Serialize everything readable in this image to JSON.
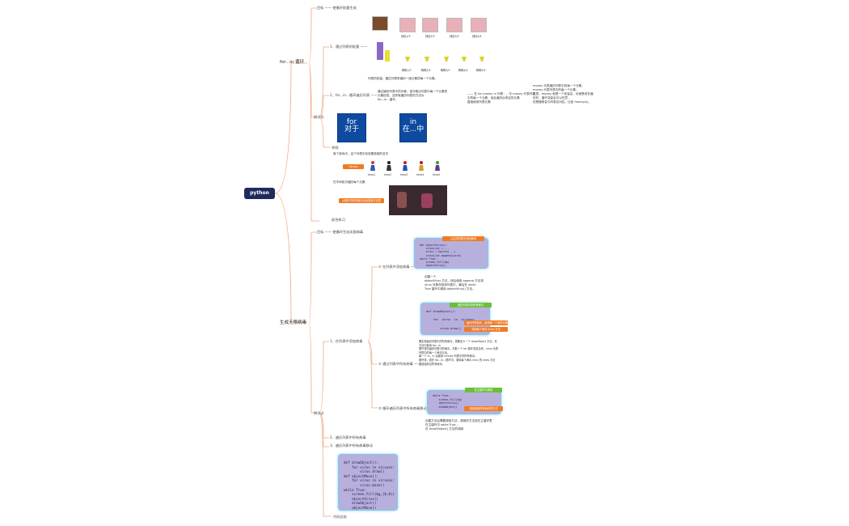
{
  "colors": {
    "branch": "#f2a57a",
    "root": "#1f2a5c",
    "blue_card": "#0d4aa0",
    "code_bg": "#b8b0dc",
    "orange_tag": "#f07b24",
    "green_tag": "#6cbf3a"
  },
  "root": {
    "label": "python"
  },
  "branch_for": {
    "label": "for...in 循环",
    "goal": "目标 —— 使循环批量生成",
    "step1": "1、通过列表的批量 ——",
    "wallets": [
      "钱包1/3",
      "钱包2/3",
      "钱包3/3",
      "钱包4/4"
    ],
    "ducks": [
      "鸭鸭1/3",
      "鸭鸭2/3",
      "鸭鸭3/3",
      "鸭鸭4/4",
      "鸭鸭5/5"
    ],
    "step1_note": "列表的批量，通过列表来遍历一组元素的每一个元素。",
    "step2": "2、for...in...循环遍历列表 ——",
    "step2_desc": "通过遍历列表中的对象，逐次取出列表中每一个元素的\n元素信息，这样就遍历列表的方法为\nfor...in...循环。",
    "step2_right": "—— 在 for money in 列表：，中 money 代表列表\n中的每一个元素，依此遍历出来这些元素\n直接使用列表元素",
    "step2_far": "money 代表遍历列表中的每一个元素，\nmoney 代表列表中的每一个元素。\n这里，money 就是一个变量名，也就是说在遍\n历时，循环变量名可以任意，\n但是通常会与列表名对应，比如 money(s)。",
    "knowledge": "知识点",
    "for_card": {
      "en": "for",
      "cn": "对于"
    },
    "in_card": {
      "en": "in",
      "cn": "在...中"
    },
    "example": "举例",
    "example_desc": "首个游戏中，这个列表中存放着英雄的名字",
    "heroes_tag": "heroes",
    "heroes": [
      "hero1",
      "hero2",
      "hero3",
      "hero4",
      "hero5"
    ],
    "loop_note": "在中间依次遍历每个元素",
    "loop_tag": "从循环中依次取出元素放到方法里",
    "summary": "综合练习"
  },
  "branch_virus": {
    "label": "生成无限病毒",
    "goal": "目标 —— 使循环生成无限病毒",
    "step1": "1、在列表中添加病毒",
    "sub1": "① 在列表中添加病毒 ——",
    "code1": "def objectVirus():\n    virusList = ...\n    virus = Sprite(...)\n    virusList.append(virus)\nwhile True:\n    screen.fill(bg)\n    objectVirus()",
    "code1_tag": "从生成列表中添加病毒",
    "note1": "创建一个\nobjectVirus 方法，然后使用 append 方法将\nvirus 对象存放到列表中，最后在 while\nTrue 循环中调用 objectVirus() 方法。",
    "sub2": "② 通过列表中所有病毒 ——",
    "code2": "def drawObject():\n\n    for  virus  in  viruses:\n\n        virus.draw()",
    "code2_tag_top": "通过列表中的所有病毒",
    "code2_tag_mid": "遍历所有病毒，使用每一个病毒对象",
    "code2_tag_bot": "调用每个病毒 draw 方法",
    "note2": "要实现遍历列表中的所有病毒，需要定义一个 drawObject 方法，在\n方法中使用 for...in\n循环语句遍历列表中的病毒，先取一个 for 循环变量名称，virus 代表\n列表中的每一个病毒元素，\n每一个 in，in 后面就 viruses 列表中的所有病毒。\n循环体，则在 for...in...循环中，调用每个病毒 virus 的 draw 方法\n直接绘制出所有病毒。",
    "sub3": "③ 循环遍历列表中所有病毒移动 ——",
    "code3": "while True:\n    screen.fill(bg)\n    objectVirus()\n    drawObject()",
    "code3_tag_top": "在主循环中调用",
    "code3_tag_mid": "调用绘制所有病毒的方法",
    "note3": "创建方法后需要调用方法，调用的方法放在主循环里\n在主循环中 while True...\n在 drawObject() 方法的调用",
    "step2": "2、遍历列表中所有病毒",
    "step3": "3、遍历列表中所有病毒移动",
    "code4": "def drawObject():\n    for virus in viruses:\n        virus.draw()\ndef objectMove():\n    for virus in viruses:\n        virus.move()\nwhile True:\n    screen.fill(bg,(0,0))\n    objectVirus()\n    drawObject()\n    objectMove()",
    "knowledge": "知识点",
    "summary": "代码总结"
  }
}
